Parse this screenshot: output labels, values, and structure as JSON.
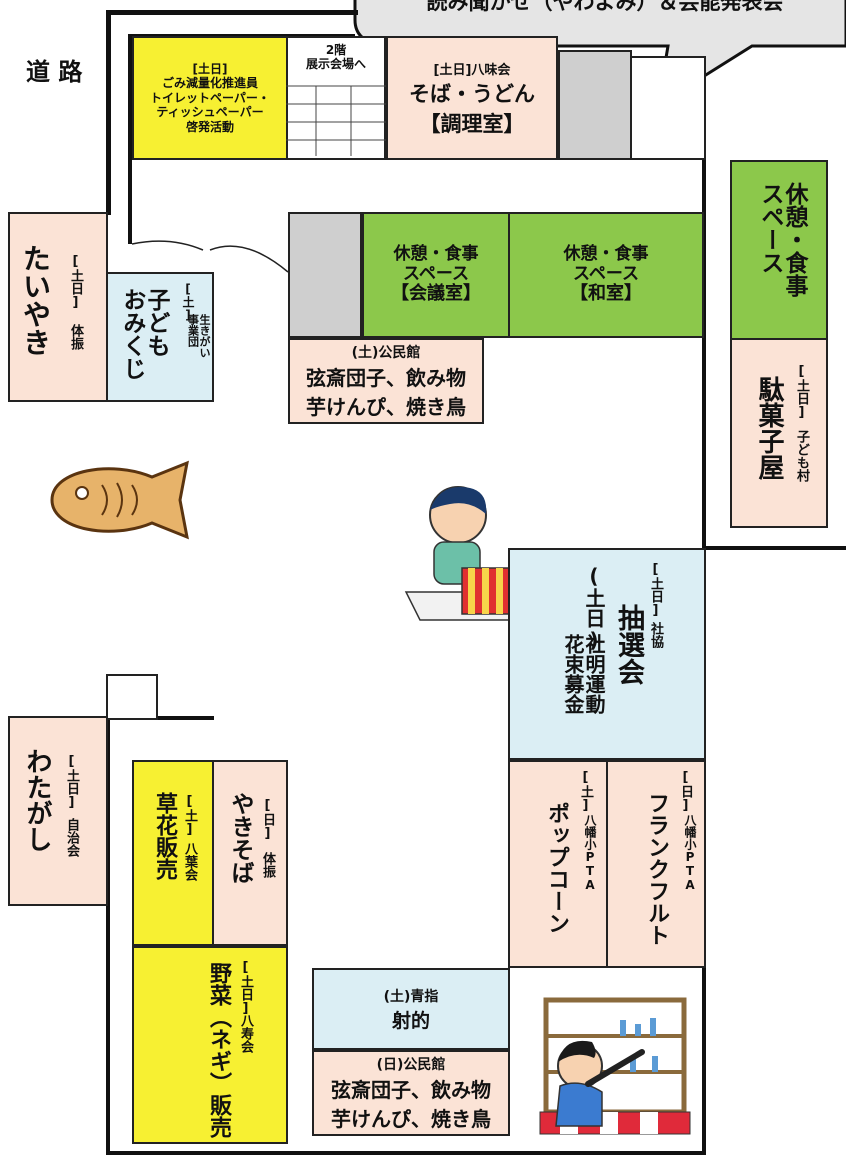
{
  "banner": {
    "text": "読み聞かせ（やわよみ）＆芸能発表会"
  },
  "road": {
    "label": "道 路"
  },
  "booths": {
    "gomi": {
      "day": "[土日]",
      "lines": [
        "ごみ減量化推進員",
        "トイレットペーパー・",
        "ティッシュペーパー",
        "啓発活動"
      ]
    },
    "stairs": {
      "text": "2階\n展示会場へ"
    },
    "soba": {
      "day": "[土日]八味会",
      "title": "そば・うどん",
      "room": "【調理室】"
    },
    "taiyaki": {
      "name": "たいやき",
      "day": "[土日]",
      "org": "体振"
    },
    "omikuji": {
      "name": "子ども\nおみくじ",
      "day": "[土]",
      "org": "生きがい\n事業団"
    },
    "rest_meeting": {
      "title": "休憩・食事\nスペース",
      "room": "【会議室】"
    },
    "rest_washitsu": {
      "title": "休憩・食事\nスペース",
      "room": "【和室】"
    },
    "rest_right": {
      "title": "休憩・食事\nスペース"
    },
    "kominkan_sat": {
      "day": "(土)公民館",
      "lines": [
        "弦斎団子、飲み物",
        "芋けんぴ、焼き鳥"
      ]
    },
    "dagashi": {
      "name": "駄菓子屋",
      "day": "[土日]",
      "org": "子ども村"
    },
    "lottery": {
      "day": "[土日]",
      "org": "社協",
      "name": "抽選会",
      "sub_day": "(土日)",
      "sub": "社明運動\n花束募金"
    },
    "watagashi": {
      "name": "わたがし",
      "day": "[土日]",
      "org": "自治会"
    },
    "kusabana": {
      "name": "草花販売",
      "day": "[土]",
      "org": "八葉会"
    },
    "yakisoba": {
      "name": "やきそば",
      "day": "[日]",
      "org": "体振"
    },
    "popcorn": {
      "name": "ポップコーン",
      "day": "[土]",
      "org": "八幡小PTA"
    },
    "frank": {
      "name": "フランクフルト",
      "day": "[日]",
      "org": "八幡小PTA"
    },
    "yasai": {
      "name": "野菜（ネギ）販売",
      "day": "[土日]",
      "org": "八寿会"
    },
    "shateki": {
      "day": "(土)青指",
      "name": "射的"
    },
    "kominkan_sun": {
      "day": "(日)公民館",
      "lines": [
        "弦斎団子、飲み物",
        "芋けんぴ、焼き鳥"
      ]
    }
  },
  "colors": {
    "pink": "#fbe3d6",
    "green": "#8cc84b",
    "yellow": "#f7f032",
    "blue": "#dbeef4",
    "grey": "#cfcfcf"
  },
  "icons": [
    "taiyaki-icon",
    "lottery-boy-icon",
    "shooting-gallery-icon"
  ]
}
